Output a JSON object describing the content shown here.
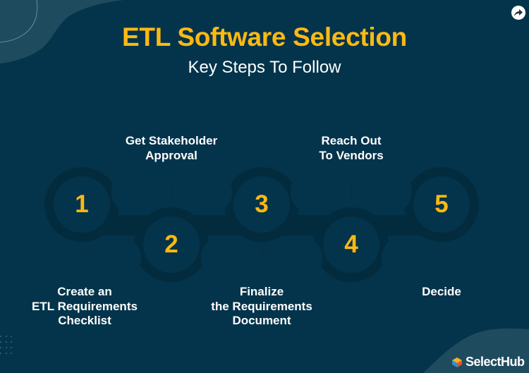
{
  "header": {
    "title": "ETL Software Selection",
    "subtitle": "Key Steps To Follow"
  },
  "share": {
    "icon": "share-arrow-icon"
  },
  "steps": [
    {
      "number": "1",
      "label_lines": [
        "Create an",
        "ETL Requirements",
        "Checklist"
      ],
      "label_position": "below"
    },
    {
      "number": "2",
      "label_lines": [
        "Get Stakeholder",
        "Approval"
      ],
      "label_position": "above"
    },
    {
      "number": "3",
      "label_lines": [
        "Finalize",
        "the Requirements",
        "Document"
      ],
      "label_position": "below"
    },
    {
      "number": "4",
      "label_lines": [
        "Reach Out",
        "To Vendors"
      ],
      "label_position": "above"
    },
    {
      "number": "5",
      "label_lines": [
        "Decide"
      ],
      "label_position": "below"
    }
  ],
  "branding": {
    "logo_text": "SelectHub",
    "logo_icon": "selecthub-cube-icon"
  },
  "colors": {
    "background": "#04344b",
    "accent": "#fdb913",
    "ring": "#032b3e",
    "blob": "#1f4b5f",
    "text": "#ffffff"
  }
}
